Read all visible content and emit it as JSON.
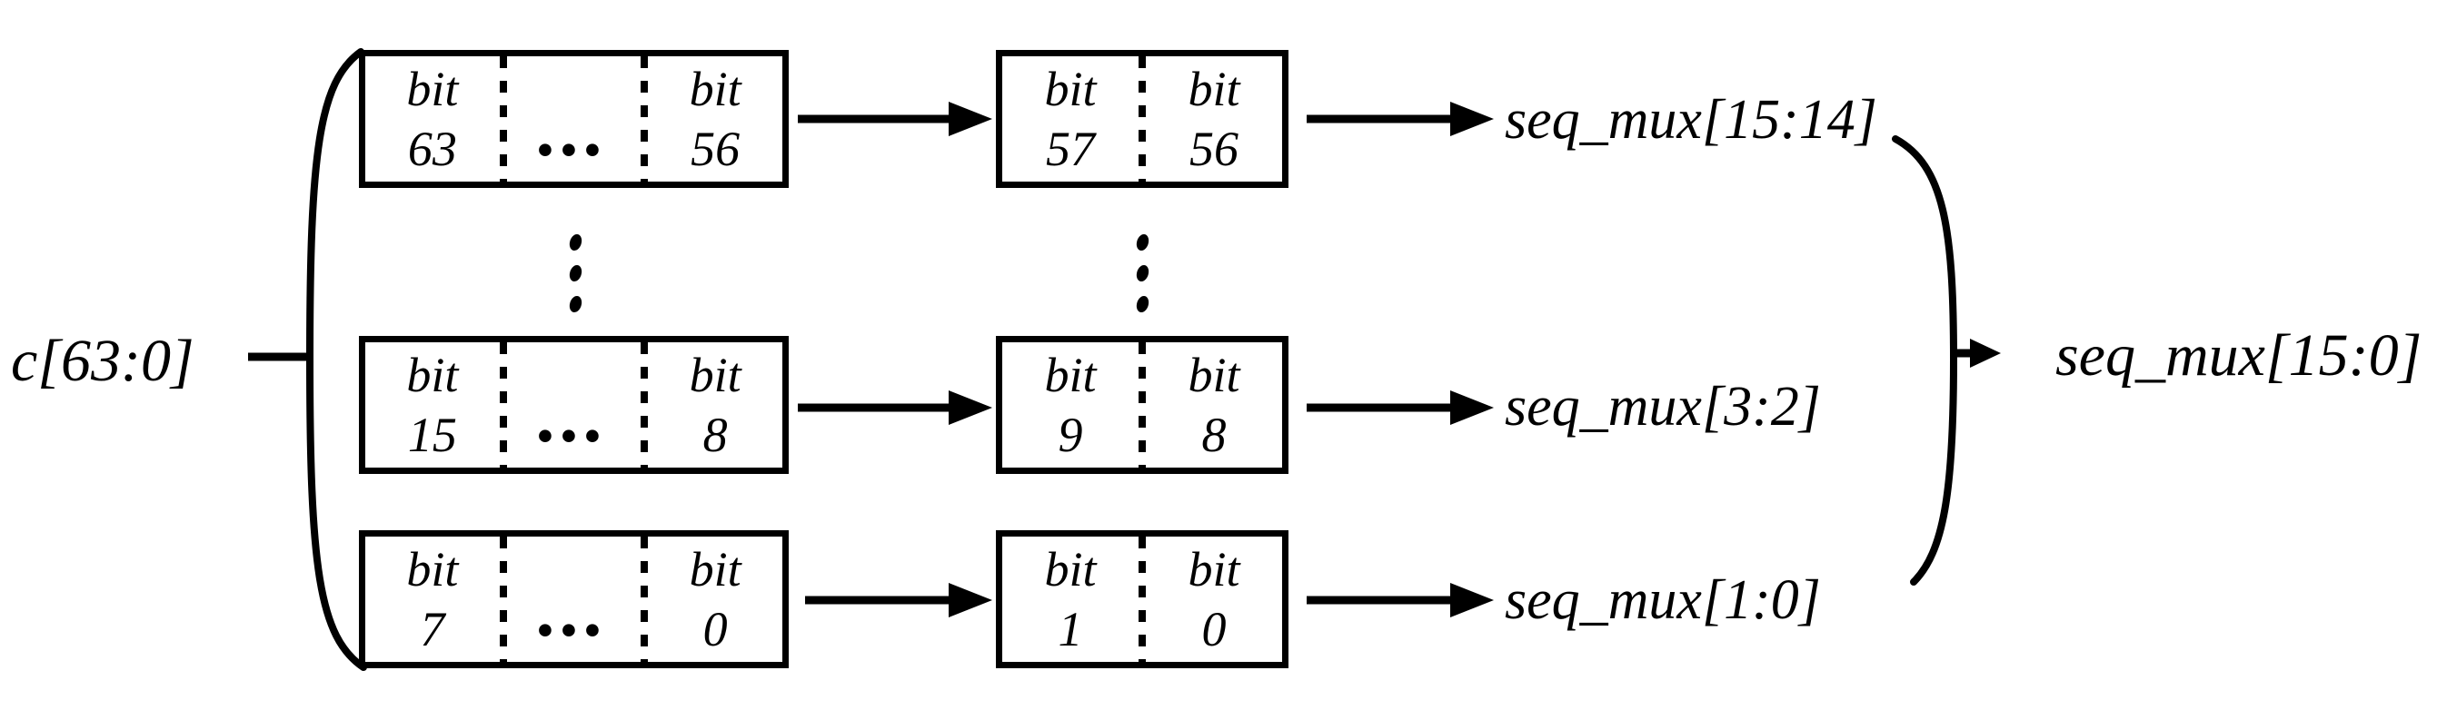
{
  "figure": {
    "background_color": "#ffffff",
    "ink_color": "#000000",
    "input_signal_label": "c[63:0]",
    "rows": [
      {
        "slice_box": {
          "msb_word": "bit",
          "msb_index": "63",
          "ellipsis": "...",
          "lsb_word": "bit",
          "lsb_index": "56"
        },
        "pair_box": {
          "msb_word": "bit",
          "msb_index": "57",
          "lsb_word": "bit",
          "lsb_index": "56"
        },
        "output_label": "seq_mux[15:14]"
      },
      {
        "slice_box": {
          "msb_word": "bit",
          "msb_index": "15",
          "ellipsis": "...",
          "lsb_word": "bit",
          "lsb_index": "8"
        },
        "pair_box": {
          "msb_word": "bit",
          "msb_index": "9",
          "lsb_word": "bit",
          "lsb_index": "8"
        },
        "output_label": "seq_mux[3:2]"
      },
      {
        "slice_box": {
          "msb_word": "bit",
          "msb_index": "7",
          "ellipsis": "...",
          "lsb_word": "bit",
          "lsb_index": "0"
        },
        "pair_box": {
          "msb_word": "bit",
          "msb_index": "1",
          "lsb_word": "bit",
          "lsb_index": "0"
        },
        "output_label": "seq_mux[1:0]"
      }
    ],
    "icons": {
      "vertical_ellipsis_icon": "⋮"
    },
    "combined_output_label": "seq_mux[15:0]"
  }
}
